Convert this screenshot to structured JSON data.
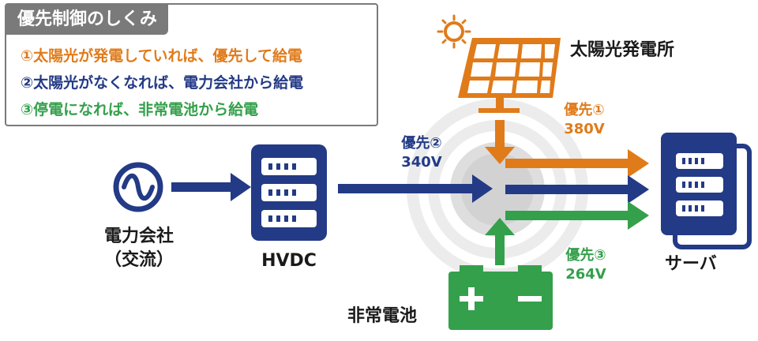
{
  "legend": {
    "title": "優先制御のしくみ",
    "rules": [
      "①太陽光が発電していれば、優先して給電",
      "②太陽光がなくなれば、電力会社から給電",
      "③停電になれば、非常電池から給電"
    ]
  },
  "nodes": {
    "utility": {
      "line1": "電力会社",
      "line2": "（交流）"
    },
    "hvdc": "HVDC",
    "solar": "太陽光発電所",
    "battery": "非常電池",
    "server": "サーバ"
  },
  "priorities": {
    "solar": {
      "label": "優先①",
      "voltage": "380V"
    },
    "hvdc": {
      "label": "優先②",
      "voltage": "340V"
    },
    "battery": {
      "label": "優先③",
      "voltage": "264V"
    }
  },
  "colors": {
    "orange": "#e07b1a",
    "navy": "#233a86",
    "green": "#34a04b",
    "gray": "#7a7a7a"
  }
}
